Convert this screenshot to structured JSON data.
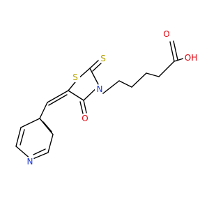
{
  "structure": {
    "atoms": {
      "S_ring": {
        "label": "S",
        "color": "#b5a300"
      },
      "S_thione": {
        "label": "S",
        "color": "#b5a300"
      },
      "N_ring": {
        "label": "N",
        "color": "#1f3bd6"
      },
      "O_keto": {
        "label": "O",
        "color": "#e3000b"
      },
      "N_pyridine": {
        "label": "N",
        "color": "#1f3bd6"
      },
      "O_carbonyl": {
        "label": "O",
        "color": "#e3000b"
      },
      "OH": {
        "label": "OH",
        "color": "#e3000b"
      }
    },
    "bond_color": "#000000"
  }
}
